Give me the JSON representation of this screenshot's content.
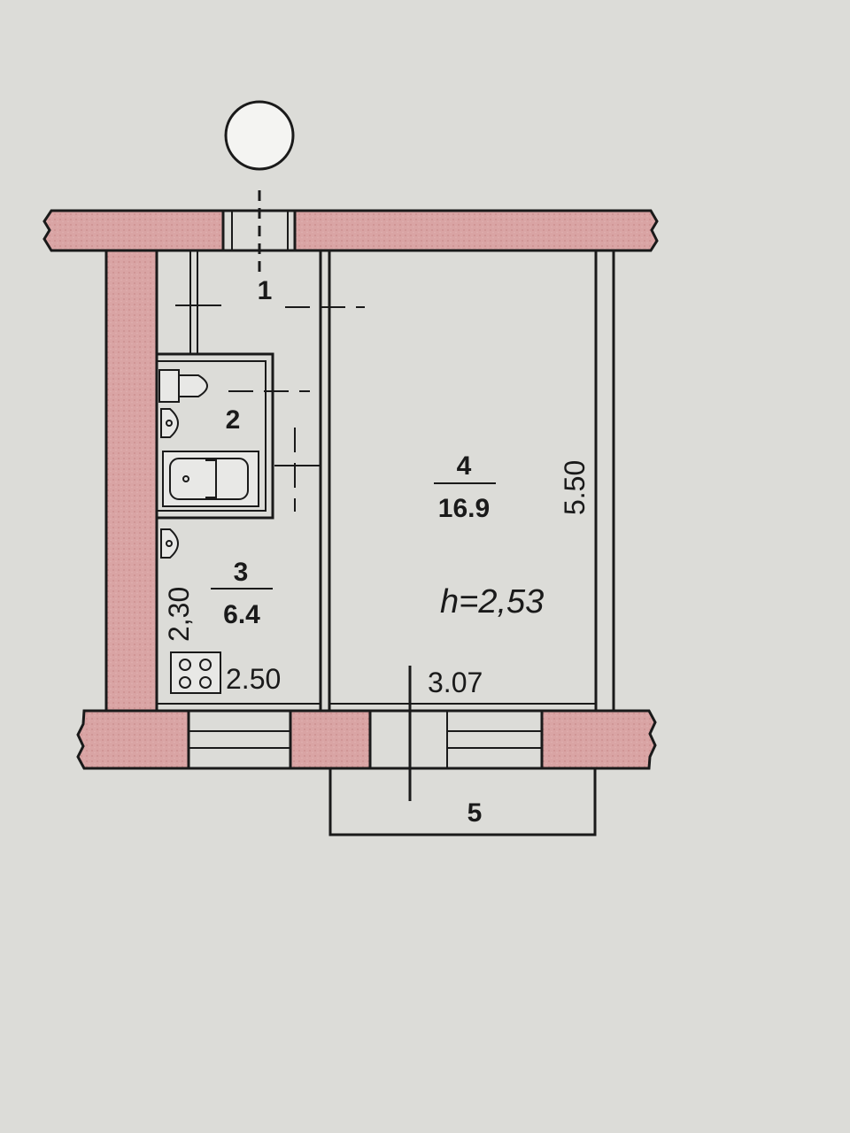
{
  "plan": {
    "rooms": {
      "entry": {
        "number": "1"
      },
      "bathroom": {
        "number": "2"
      },
      "kitchen": {
        "number": "3",
        "area": "6.4"
      },
      "living": {
        "number": "4",
        "area": "16.9"
      },
      "balcony": {
        "number": "5"
      }
    },
    "ceiling_height": "h=2,53",
    "dimensions": {
      "living_length": "5.50",
      "living_width": "3.07",
      "kitchen_length": "2,30",
      "kitchen_width": "2.50"
    }
  },
  "colors": {
    "background": "#dcdcd8",
    "wall_fill": "#d9a4a4",
    "line": "#1a1a1a"
  }
}
